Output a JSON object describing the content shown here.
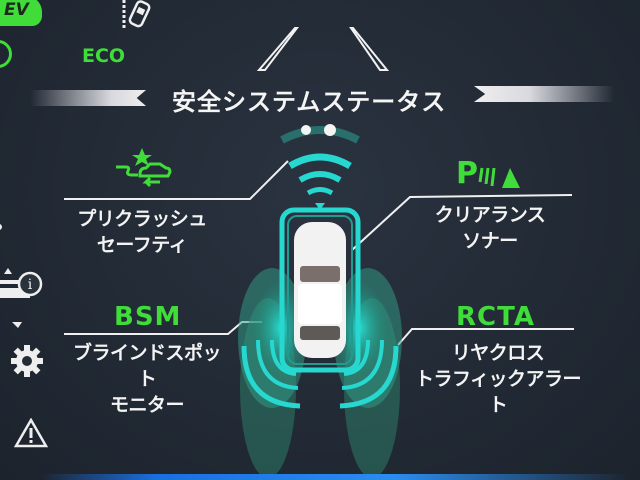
{
  "top_left": {
    "ev_badge": "EV",
    "eco_label": "ECO"
  },
  "header": {
    "title": "安全システムステータス"
  },
  "features": {
    "pcs": {
      "name_line1": "プリクラッシュ",
      "name_line2": "セーフティ",
      "status": "on"
    },
    "ics": {
      "acronym": "P",
      "name_line1": "クリアランス",
      "name_line2": "ソナー",
      "status": "on"
    },
    "bsm": {
      "acronym": "BSM",
      "name_line1": "ブラインドスポット",
      "name_line2": "モニター",
      "status": "on"
    },
    "rcta": {
      "acronym": "RCTA",
      "name_line1": "リヤクロス",
      "name_line2": "トラフィックアラート",
      "status": "on"
    }
  },
  "side_menu": {
    "items": [
      "info-icon",
      "gear-icon",
      "warning-icon"
    ]
  },
  "colors": {
    "active_green": "#3fdc3a",
    "sensor_cyan": "#22d6d0",
    "background": "#222a35"
  }
}
